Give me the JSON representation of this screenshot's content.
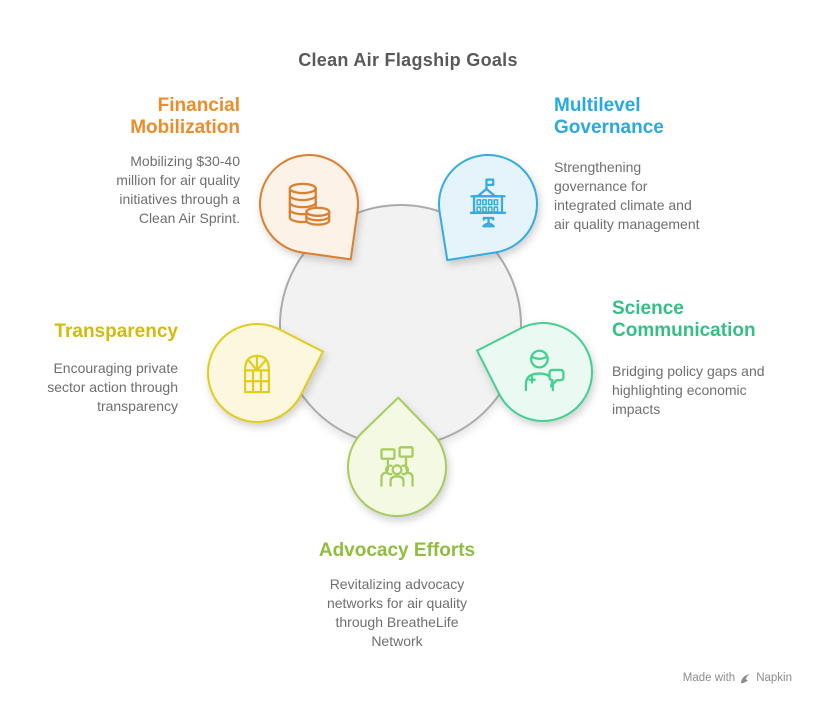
{
  "title": "Clean Air Flagship Goals",
  "colors": {
    "background": "#ffffff",
    "title_text": "#595959",
    "body_text": "#6F6F6F",
    "circle_fill": "#F2F2F2",
    "circle_border": "#ABABAB",
    "watermark_text": "#8C8C8C"
  },
  "goals": [
    {
      "id": "financial-mobilization",
      "label": "Financial\nMobilization",
      "description": "Mobilizing $30-40\nmillion for air quality\ninitiatives through a\nClean Air Sprint.",
      "icon": "coins-icon",
      "colors": {
        "accent": "#EB8D2B",
        "border": "#DC7F2F",
        "fill": "#FCF2E7"
      }
    },
    {
      "id": "multilevel-governance",
      "label": "Multilevel\nGovernance",
      "description": "Strengthening\ngovernance for\nintegrated climate and\nair quality management",
      "icon": "government-building-icon",
      "colors": {
        "accent": "#29A9E1",
        "border": "#35ABDF",
        "fill": "#E5F4FB"
      }
    },
    {
      "id": "science-communication",
      "label": "Science\nCommunication",
      "description": "Bridging policy gaps and\nhighlighting economic\nimpacts",
      "icon": "person-speech-icon",
      "colors": {
        "accent": "#35BF85",
        "border": "#43D091",
        "fill": "#EAFAF2"
      }
    },
    {
      "id": "advocacy-efforts",
      "label": "Advocacy Efforts",
      "description": "Revitalizing advocacy\nnetworks for air quality\nthrough BreatheLife\nNetwork",
      "icon": "protesters-icon",
      "colors": {
        "accent": "#8FBE3C",
        "border": "#A6CB5F",
        "fill": "#F3F9E2"
      }
    },
    {
      "id": "transparency",
      "label": "Transparency",
      "description": "Encouraging private\nsector action through\ntransparency",
      "icon": "window-icon",
      "colors": {
        "accent": "#D3BA0B",
        "border": "#E3CD1C",
        "fill": "#FBF8DF"
      }
    }
  ],
  "watermark": {
    "text": "Made with",
    "brand": "Napkin"
  }
}
